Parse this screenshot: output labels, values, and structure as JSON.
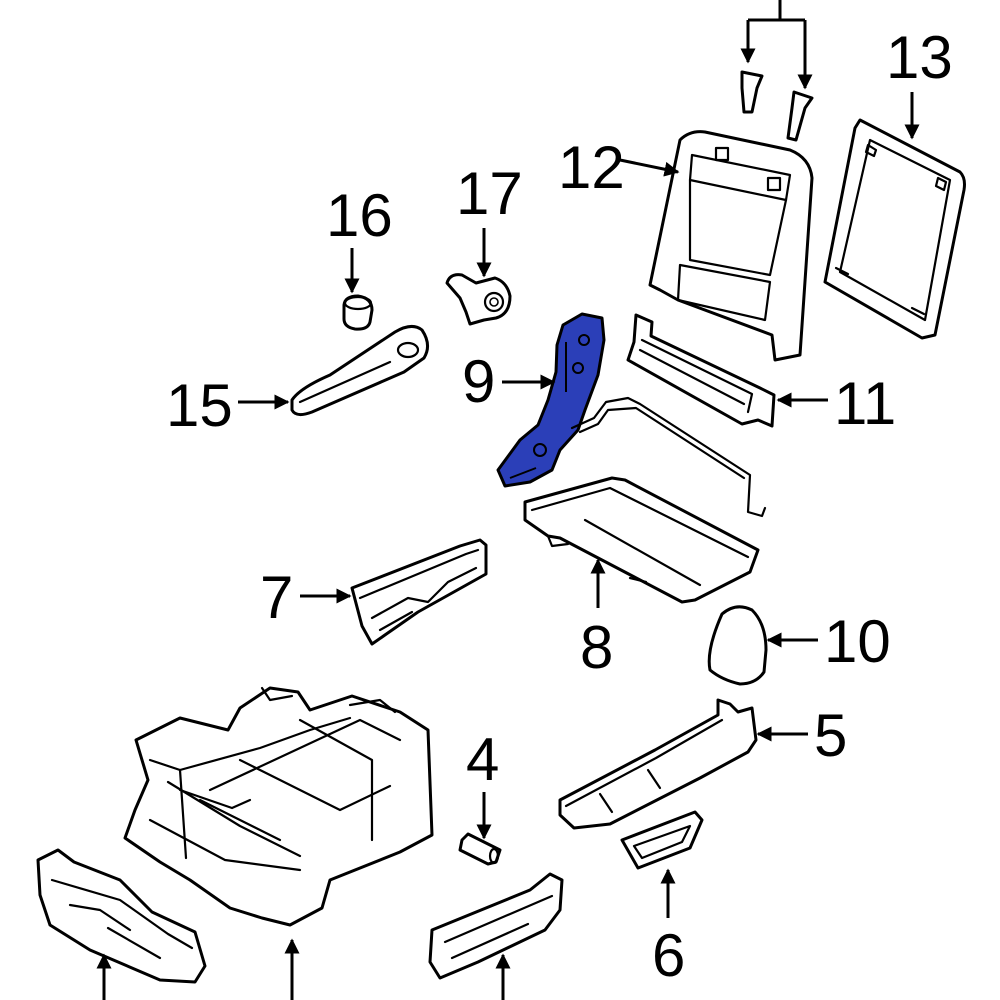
{
  "colors": {
    "highlight": "#2b3fb8",
    "outline": "#000000",
    "background": "#ffffff"
  },
  "callouts": {
    "c4": "4",
    "c5": "5",
    "c6": "6",
    "c7": "7",
    "c8": "8",
    "c9": "9",
    "c10": "10",
    "c11": "11",
    "c12": "12",
    "c13": "13",
    "c15": "15",
    "c16": "16",
    "c17": "17"
  },
  "highlighted_part": "9"
}
